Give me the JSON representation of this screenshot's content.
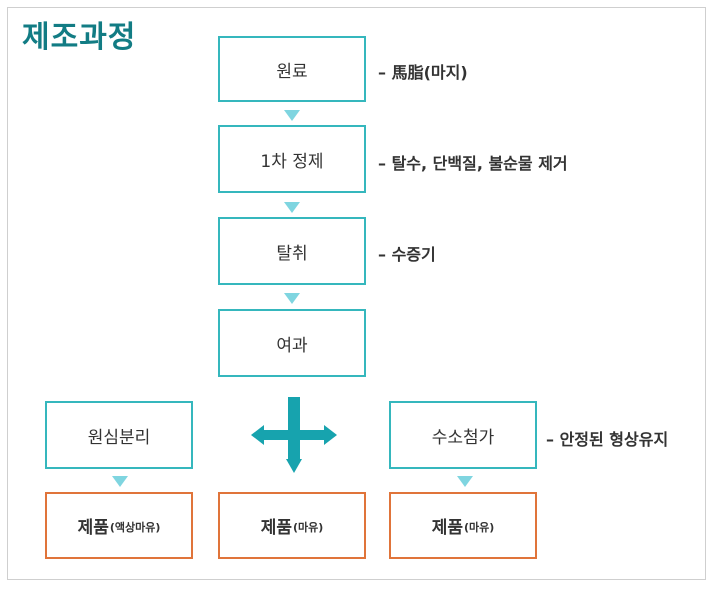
{
  "title": "제조과정",
  "steps": [
    {
      "label": "원료",
      "note": "– 馬脂(마지)"
    },
    {
      "label": "1차 정제",
      "note": "– 탈수, 단백질, 불순물 제거"
    },
    {
      "label": "탈취",
      "note": "– 수증기"
    },
    {
      "label": "여과",
      "note": ""
    }
  ],
  "branches": [
    {
      "label": "원심분리",
      "product": "제품",
      "product_sub": "(액상마유)"
    },
    {
      "label": "",
      "product": "제품",
      "product_sub": "(마유)"
    },
    {
      "label": "수소첨가",
      "note": "– 안정된 형상유지",
      "product": "제품",
      "product_sub": "(마유)"
    }
  ],
  "colors": {
    "title": "#127c84",
    "teal_border": "#35b7bd",
    "orange_border": "#e0743a",
    "arrow": "#7fd5e0",
    "cross": "#17a3ae"
  },
  "icons": {
    "down_arrow": "chevron-down-icon",
    "cross": "cross-arrows-icon"
  }
}
